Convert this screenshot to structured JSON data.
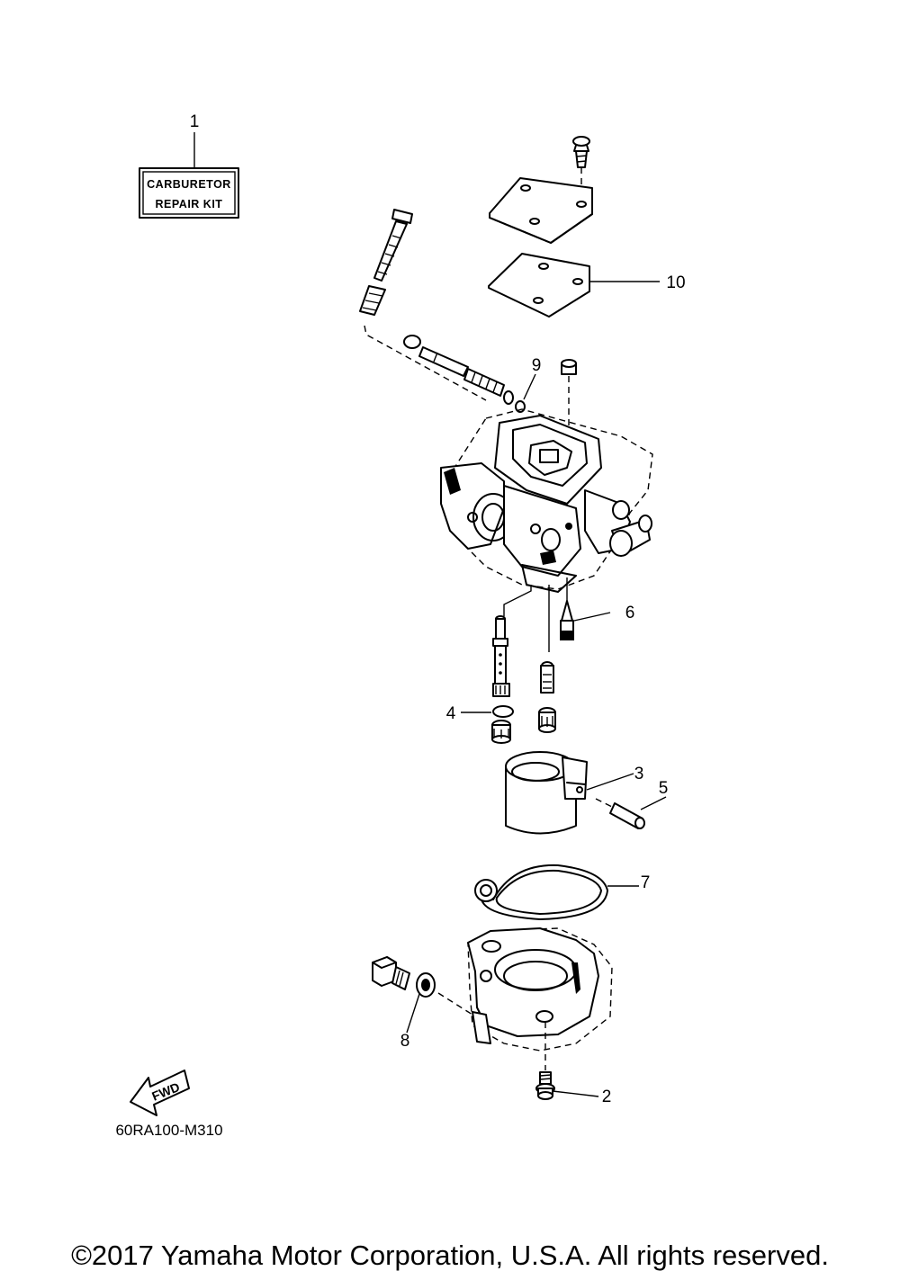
{
  "kit_label": {
    "line1": "CARBURETOR",
    "line2": "REPAIR KIT"
  },
  "callouts": [
    "1",
    "2",
    "3",
    "4",
    "5",
    "6",
    "7",
    "8",
    "9",
    "10"
  ],
  "fwd_label": "FWD",
  "diagram_code": "60RA100-M310",
  "copyright": "©2017 Yamaha Motor Corporation, U.S.A. All rights reserved."
}
